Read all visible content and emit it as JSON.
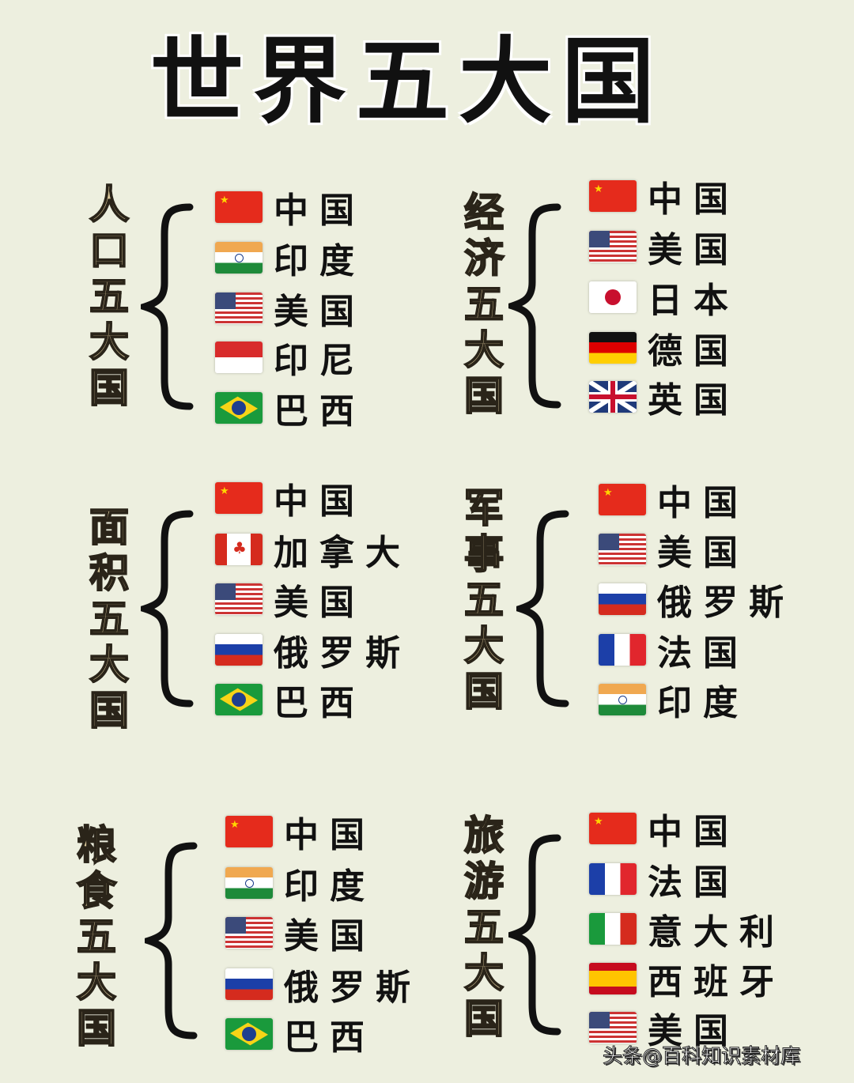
{
  "title": "世界五大国",
  "groups": [
    {
      "label": "人口五大国",
      "items": [
        {
          "flag": "china",
          "name": "中国"
        },
        {
          "flag": "india",
          "name": "印度"
        },
        {
          "flag": "usa",
          "name": "美国"
        },
        {
          "flag": "indonesia",
          "name": "印尼"
        },
        {
          "flag": "brazil",
          "name": "巴西"
        }
      ]
    },
    {
      "label": "经济五大国",
      "items": [
        {
          "flag": "china",
          "name": "中国"
        },
        {
          "flag": "usa",
          "name": "美国"
        },
        {
          "flag": "japan",
          "name": "日本"
        },
        {
          "flag": "germany",
          "name": "德国"
        },
        {
          "flag": "uk",
          "name": "英国"
        }
      ]
    },
    {
      "label": "面积五大国",
      "items": [
        {
          "flag": "china",
          "name": "中国"
        },
        {
          "flag": "canada",
          "name": "加拿大"
        },
        {
          "flag": "usa",
          "name": "美国"
        },
        {
          "flag": "russia",
          "name": "俄罗斯"
        },
        {
          "flag": "brazil",
          "name": "巴西"
        }
      ]
    },
    {
      "label": "军事五大国",
      "items": [
        {
          "flag": "china",
          "name": "中国"
        },
        {
          "flag": "usa",
          "name": "美国"
        },
        {
          "flag": "russia",
          "name": "俄罗斯"
        },
        {
          "flag": "france",
          "name": "法国"
        },
        {
          "flag": "india",
          "name": "印度"
        }
      ]
    },
    {
      "label": "粮食五大国",
      "items": [
        {
          "flag": "china",
          "name": "中国"
        },
        {
          "flag": "india",
          "name": "印度"
        },
        {
          "flag": "usa",
          "name": "美国"
        },
        {
          "flag": "russia",
          "name": "俄罗斯"
        },
        {
          "flag": "brazil",
          "name": "巴西"
        }
      ]
    },
    {
      "label": "旅游五大国",
      "items": [
        {
          "flag": "china",
          "name": "中国"
        },
        {
          "flag": "france",
          "name": "法国"
        },
        {
          "flag": "italy",
          "name": "意大利"
        },
        {
          "flag": "spain",
          "name": "西班牙"
        },
        {
          "flag": "usa",
          "name": "美国"
        }
      ]
    }
  ],
  "watermark": "头条@百科知识素材库"
}
